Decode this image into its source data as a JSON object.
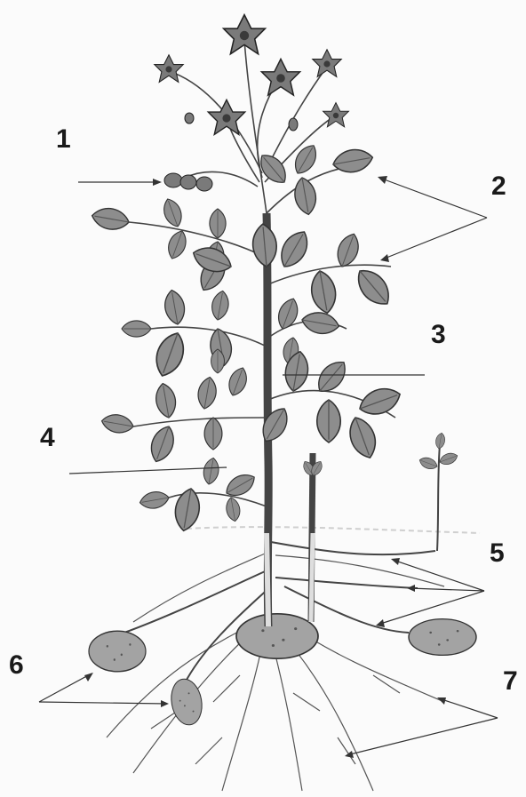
{
  "labels": {
    "l1": "1",
    "l2": "2",
    "l3": "3",
    "l4": "4",
    "l5": "5",
    "l6": "6",
    "l7": "7"
  },
  "colors": {
    "leaf": "#8d8d8d",
    "leaf_dark": "#6e6e6e",
    "flower": "#7a7a7a",
    "stem": "#444444",
    "root": "#555555",
    "tuber": "#a3a3a3",
    "ink": "#1a1a1a",
    "soil": "#cfcfcf"
  },
  "icons": {
    "leaf": "leaf-icon",
    "flower": "flower-icon",
    "tuber": "tuber-icon",
    "root": "root-icon",
    "stem": "stem-icon"
  }
}
